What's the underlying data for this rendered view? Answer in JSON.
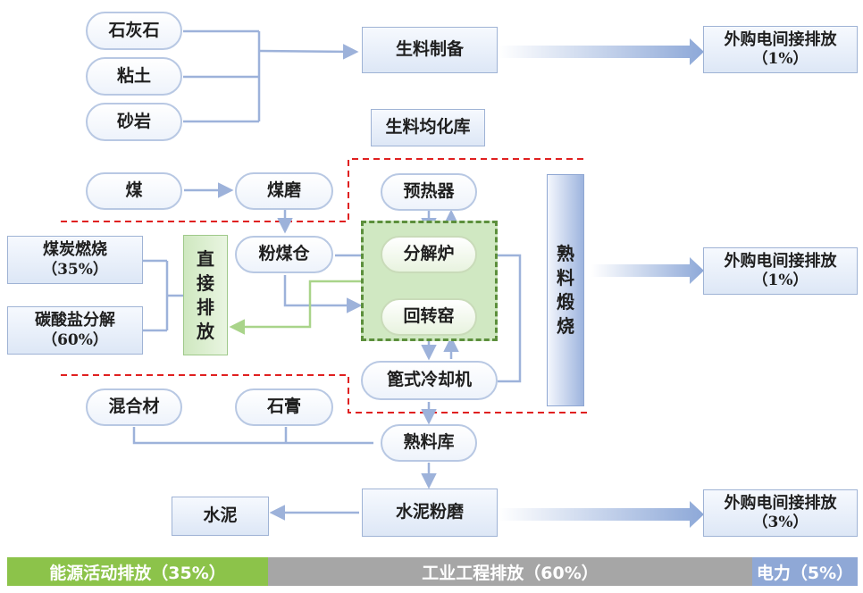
{
  "colors": {
    "line": "#9db2da",
    "arrow_green": "#a9d48a",
    "dashed_red": "#e02020",
    "energy_bar": "#8cc34a",
    "process_bar": "#a6a6a6",
    "power_bar": "#8fa8d6"
  },
  "raw": {
    "limestone": "石灰石",
    "clay": "粘土",
    "sandstone": "砂岩",
    "raw_meal_prep": "生料制备",
    "homogenization": "生料均化库"
  },
  "outsourced": [
    {
      "label": "外购电间接排放",
      "share": "（1%）"
    },
    {
      "label": "外购电间接排放",
      "share": "（1%）"
    },
    {
      "label": "外购电间接排放",
      "share": "（3%）"
    }
  ],
  "coal": {
    "coal": "煤",
    "coal_mill": "煤磨",
    "pulverized_bin": "粉煤仓"
  },
  "sources": {
    "coal_combustion": "煤炭燃烧",
    "coal_share": "（35%）",
    "carbonate_decomp": "碳酸盐分解",
    "carbonate_share": "（60%）"
  },
  "direct_emission": [
    "直",
    "接",
    "排",
    "放"
  ],
  "kiln": {
    "preheater": "预热器",
    "calciner": "分解炉",
    "rotary_kiln": "回转窑",
    "grate_cooler": "篦式冷却机"
  },
  "calcination": [
    "熟",
    "料",
    "煅",
    "烧"
  ],
  "finish": {
    "mixture": "混合材",
    "gypsum": "石膏",
    "clinker_store": "熟料库",
    "cement_mill": "水泥粉磨",
    "cement": "水泥"
  },
  "bottom": {
    "energy": "能源活动排放（35%）",
    "process": "工业工程排放（60%）",
    "power": "电力（5%）"
  }
}
